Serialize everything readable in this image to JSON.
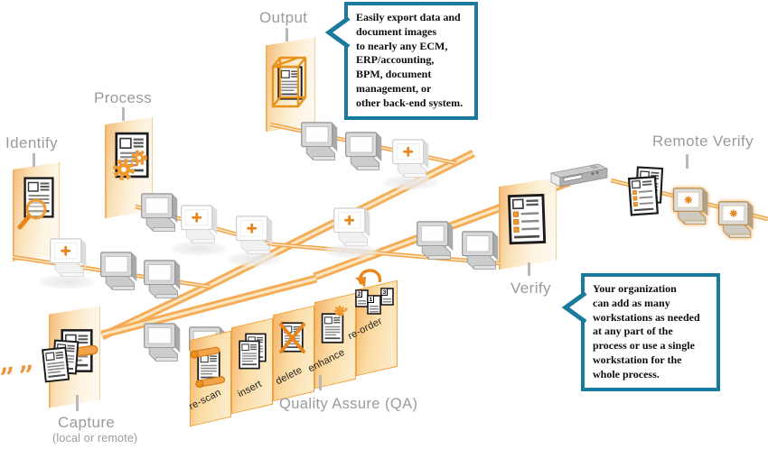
{
  "labels": {
    "identify": "Identify",
    "process": "Process",
    "output": "Output",
    "capture": "Capture",
    "capture_sub": "(local or remote)",
    "qa": "Quality Assure (QA)",
    "verify": "Verify",
    "remote_verify": "Remote Verify"
  },
  "qa": {
    "steps": [
      "re-scan",
      "insert",
      "delete",
      "enhance",
      "re-order"
    ],
    "reorder_numbers": [
      "2",
      "1",
      "3"
    ]
  },
  "callouts": {
    "output": "Easily export data and\ndocument images\nto nearly any ECM,\nERP/accounting,\nBPM, document\nmanagement, or\nother back-end system.",
    "workstations": "Your organization\ncan add as many\nworkstations as needed\nat any part of the\nprocess or use a single\nworkstation for the\nwhole process."
  },
  "colors": {
    "accent_orange": "#F2A44A",
    "band_stripe": "#FBE6C2",
    "panel_gradient_start": "#F5BA76",
    "panel_gradient_end": "#FEFAF1",
    "callout_border": "#1A7A9D",
    "label_gray": "#9B9B9B",
    "icon_orange": "#F09A30",
    "icon_orange_dark": "#E8851C"
  },
  "icons": {
    "magnifier-icon": "orange circle with handle over document",
    "gears-icon": "two orange toothed gears over document",
    "export-box-icon": "orange 3d wireframe box around document",
    "scanner-roller-icon": "orange roller bar across document",
    "document-icon": "white page with text lines",
    "verify-document-icon": "page with orange checkboxes",
    "workstation-icon": "gray desktop computer",
    "active-workstation-icon": "white computer with orange plus",
    "remote-workstation-icon": "computer with orange glow and glyph",
    "network-switch-icon": "flat isometric network device",
    "reorder-arrow-icon": "orange curved arrow",
    "delete-x-icon": "orange X over document",
    "enhance-sparkle-icon": "orange sparkle over document",
    "paper-stack-icon": "stack of incoming pages",
    "quote-marks-icon": "orange motion quote marks",
    "callout-tail-icon": "teal chevron pointer"
  }
}
